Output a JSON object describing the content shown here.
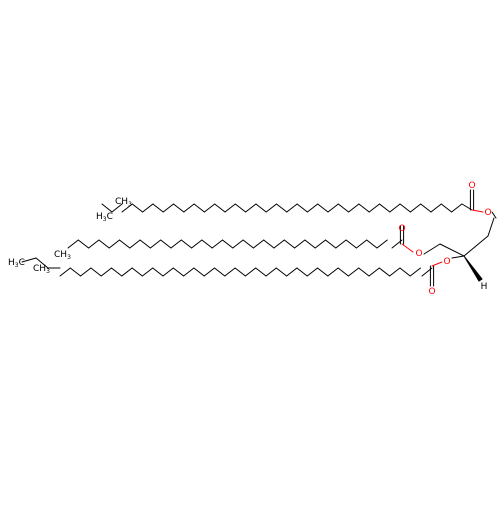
{
  "molecule": {
    "atom_labels": {
      "o_ester_1": "O",
      "o_carbonyl_1": "O",
      "o_ester_2": "O",
      "o_carbonyl_2": "O",
      "o_ester_3": "O",
      "o_carbonyl_3": "O",
      "stereo_h": "H",
      "chain1_terminal": "CH3",
      "chain2_terminal": "CH3",
      "chain3_terminal_a": "CH3",
      "chain3_terminal_b": "H3C",
      "chain3_terminal_c": "H3C"
    },
    "colors": {
      "bond": "#000000",
      "oxygen": "#ff0000",
      "carbon": "#000000"
    }
  }
}
